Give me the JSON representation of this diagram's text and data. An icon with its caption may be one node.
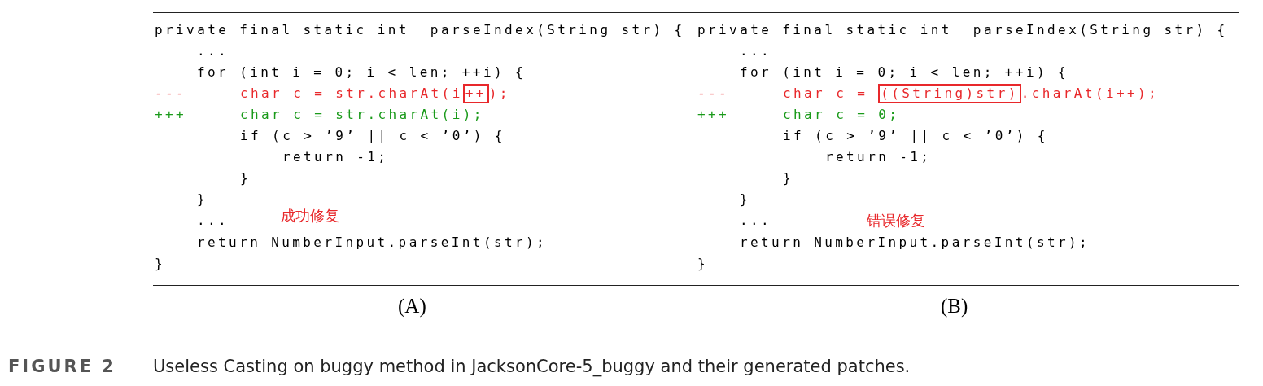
{
  "diagram": {
    "caption": "Useless Casting on buggy method in JacksonCore-5_buggy and their generated patches.",
    "nodes": [
      {
        "text": [
          "++"
        ]
      },
      {
        "text": [
          "((String)str)"
        ]
      }
    ],
    "labels": [
      "private final static int _parseIndex(String str) {",
      "...",
      "for (int i = 0; i < len; ++i) {",
      "---",
      "char c = str.charAt(i",
      ");",
      "+++",
      "char c = str.charAt(i);",
      "if (c > ’9’ || c < ’0’) {",
      "return -1;",
      "}",
      "}",
      "成功修复",
      "...",
      "return NumberInput.parseInt(str);",
      "}",
      "(A)",
      "private final static int _parseIndex(String str) {",
      "...",
      "for (int i = 0; i < len; ++i) {",
      "---",
      "char c =",
      ".charAt(i++);",
      "+++",
      "char c = 0;",
      "if (c > ’9’ || c < ’0’) {",
      "return -1;",
      "}",
      "}",
      "错误修复",
      "...",
      "return NumberInput.parseInt(str);",
      "}",
      "(B)",
      "FIGURE 2"
    ]
  }
}
